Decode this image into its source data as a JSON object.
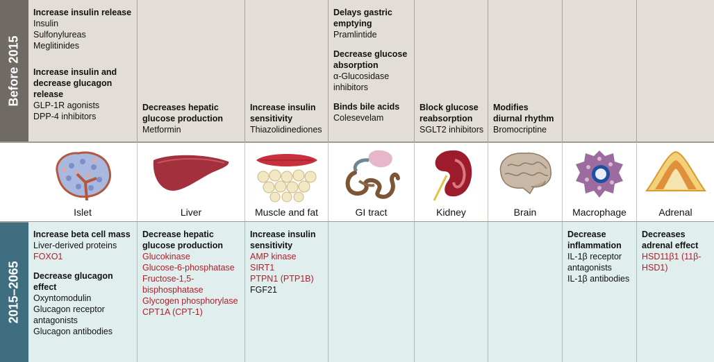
{
  "row_labels": {
    "before": "Before 2015",
    "after": "2015–2065"
  },
  "organs": [
    "Islet",
    "Liver",
    "Muscle and fat",
    "GI tract",
    "Kidney",
    "Brain",
    "Macrophage",
    "Adrenal"
  ],
  "before": {
    "islet": [
      {
        "header": "Increase insulin release",
        "items": [
          "Insulin",
          "Sulfonylureas",
          "Meglitinides"
        ]
      },
      {
        "header": "Increase insulin and decrease glucagon release",
        "items": [
          "GLP-1R agonists",
          "DPP-4 inhibitors"
        ]
      }
    ],
    "liver": [
      {
        "header": "Decreases hepatic glucose production",
        "items": [
          "Metformin"
        ]
      }
    ],
    "muscle": [
      {
        "header": "Increase insulin sensitivity",
        "items": [
          "Thiazolidinediones"
        ]
      }
    ],
    "gi": [
      {
        "header": "Delays gastric emptying",
        "items": [
          "Pramlintide"
        ]
      },
      {
        "header": "Decrease glucose absorption",
        "items": [
          "α-Glucosidase inhibitors"
        ]
      },
      {
        "header": "Binds bile acids",
        "items": [
          "Colesevelam"
        ]
      }
    ],
    "kidney": [
      {
        "header": "Block glucose reabsorption",
        "items": [
          "SGLT2 inhibitors"
        ]
      }
    ],
    "brain": [
      {
        "header": "Modifies diurnal rhythm",
        "items": [
          "Bromocriptine"
        ]
      }
    ]
  },
  "after": {
    "islet": [
      {
        "header": "Increase beta cell mass",
        "items": [
          {
            "t": "Liver-derived proteins",
            "red": false
          },
          {
            "t": "FOXO1",
            "red": true
          }
        ]
      },
      {
        "header": "Decrease glucagon effect",
        "items": [
          {
            "t": "Oxyntomodulin",
            "red": false
          },
          {
            "t": "Glucagon receptor antagonists",
            "red": false
          },
          {
            "t": "Glucagon antibodies",
            "red": false
          }
        ]
      }
    ],
    "liver": [
      {
        "header": "Decrease hepatic glucose production",
        "items": [
          {
            "t": "Glucokinase",
            "red": true
          },
          {
            "t": "Glucose-6-phosphatase",
            "red": true
          },
          {
            "t": "Fructose-1,5-bisphosphatase",
            "red": true
          },
          {
            "t": "Glycogen phosphorylase",
            "red": true
          },
          {
            "t": "CPT1A (CPT-1)",
            "red": true
          }
        ]
      }
    ],
    "muscle": [
      {
        "header": "Increase insulin sensitivity",
        "items": [
          {
            "t": "AMP kinase",
            "red": true
          },
          {
            "t": "SIRT1",
            "red": true
          },
          {
            "t": "PTPN1 (PTP1B)",
            "red": true
          },
          {
            "t": "FGF21",
            "red": false
          }
        ]
      }
    ],
    "macrophage": [
      {
        "header": "Decrease inflammation",
        "items": [
          {
            "t": "IL-1β receptor antagonists",
            "red": false
          },
          {
            "t": "IL-1β antibodies",
            "red": false
          }
        ]
      }
    ],
    "adrenal": [
      {
        "header": "Decreases adrenal effect",
        "items": [
          {
            "t": "HSD11β1 (11β-HSD1)",
            "red": true
          }
        ]
      }
    ]
  },
  "colors": {
    "before_band": "#6f6a64",
    "after_band": "#3e6e80",
    "top_bg": "#e2ddd6",
    "bottom_bg": "#e0eeee",
    "highlight": "#b0202a"
  }
}
